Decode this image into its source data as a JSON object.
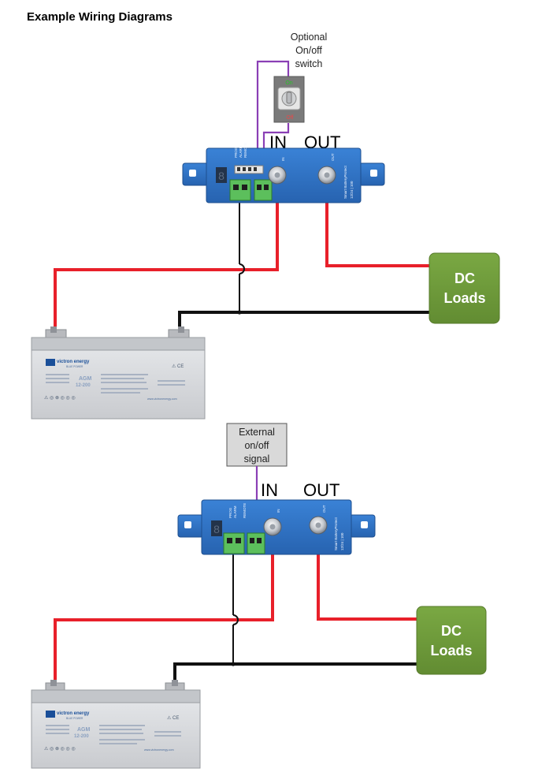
{
  "title": "Example Wiring Diagrams",
  "colors": {
    "wire_positive": "#e8202a",
    "wire_negative": "#111111",
    "wire_signal": "#8a3fb5",
    "device_body": "#2f74c9",
    "loads_box": "#6f9a3a",
    "battery_body": "#d4d6d9",
    "terminal_green": "#5cbf5c"
  },
  "diagram1": {
    "switch_label": [
      "Optional",
      "On/off",
      "switch"
    ],
    "switch_on": "On",
    "switch_off": "Off",
    "in_label": "IN",
    "out_label": "OUT",
    "loads_label": [
      "DC",
      "Loads"
    ]
  },
  "diagram2": {
    "signal_label": [
      "External",
      "on/off",
      "signal"
    ],
    "in_label": "IN",
    "out_label": "OUT",
    "loads_label": [
      "DC",
      "Loads"
    ]
  },
  "battery": {
    "brand": "victron energy",
    "tagline": "BLUE POWER",
    "model_line1": "AGM",
    "model_line2": "12-200",
    "url": "www.victronenergy.com"
  },
  "device": {
    "name": "Smart BatteryProtect",
    "rating": "12/24 | 100"
  },
  "icons": [
    "toggle-switch-icon",
    "seven-segment-display-icon",
    "terminal-block-icon",
    "battery-icon"
  ]
}
